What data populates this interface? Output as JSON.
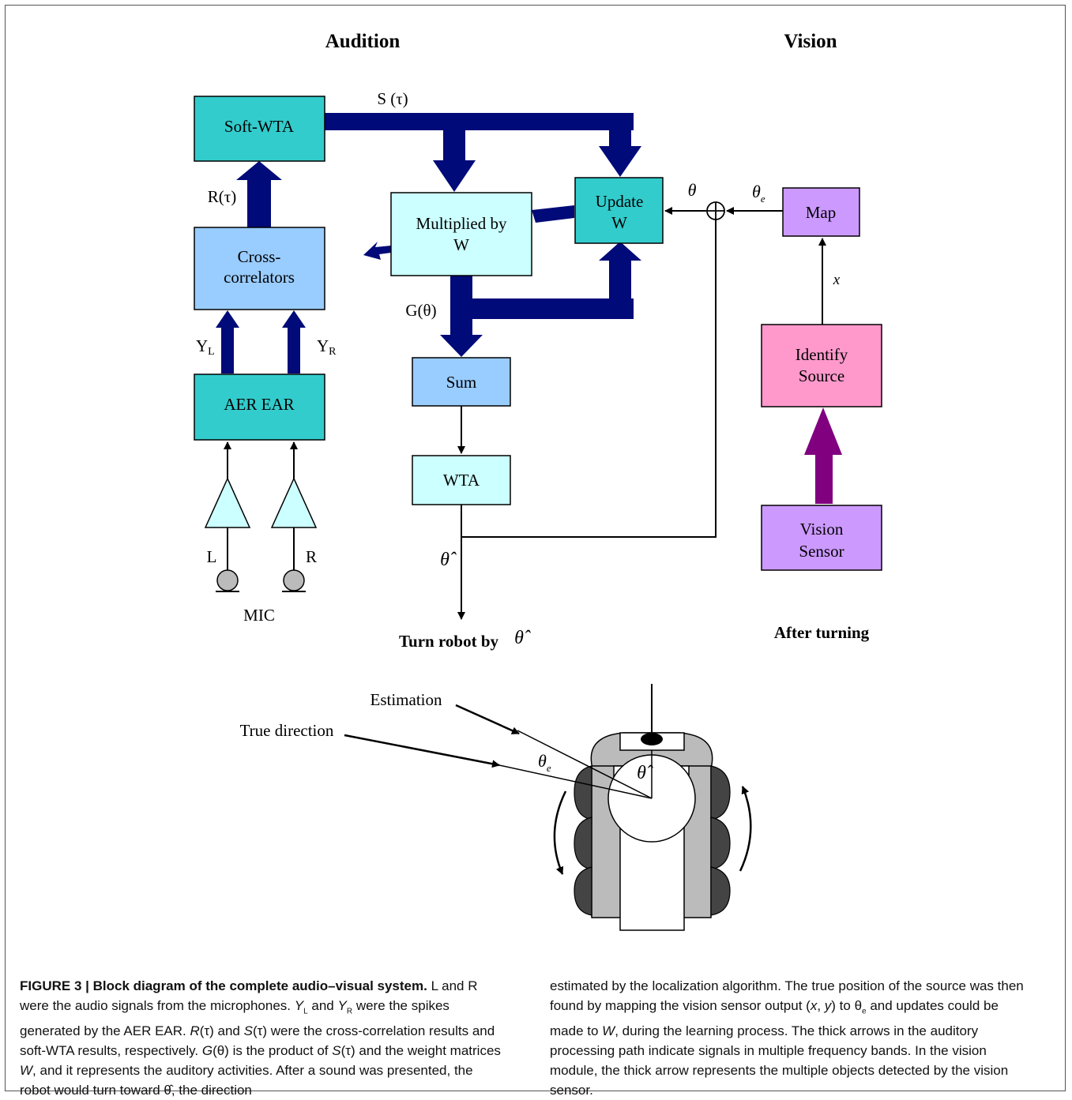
{
  "headings": {
    "audition": "Audition",
    "vision": "Vision"
  },
  "blocks": {
    "soft_wta": "Soft-WTA",
    "cross_1": "Cross-",
    "cross_2": "correlators",
    "aer_ear": "AER EAR",
    "mult_1": "Multiplied by",
    "mult_2": "W",
    "update_1": "Update",
    "update_2": "W",
    "sum": "Sum",
    "wta": "WTA",
    "map": "Map",
    "identify_1": "Identify",
    "identify_2": "Source",
    "vision_1": "Vision",
    "vision_2": "Sensor"
  },
  "signals": {
    "s_tau": "S (τ)",
    "r_tau": "R(τ)",
    "y": "Y",
    "sub_l": "L",
    "sub_r": "R",
    "g_theta": "G(θ)",
    "theta": "θ",
    "theta_e": "θ",
    "sub_e": "e",
    "x": "x",
    "theta_hat": "θ̂",
    "mic_l": "L",
    "mic_r": "R",
    "mic": "MIC"
  },
  "labels": {
    "turn_robot": "Turn robot by",
    "after_turning": "After turning",
    "estimation": "Estimation",
    "true_direction": "True direction"
  },
  "colors": {
    "thick_arrow": "#000a78",
    "vision_arrow": "#800080",
    "teal": "#33cccc",
    "light_blue": "#99ccff",
    "light_cyan": "#ccffff",
    "lavender": "#cc99ff",
    "pink": "#ff99cc"
  },
  "caption": {
    "title": "FIGURE 3 | Block diagram of the complete audio–visual system.",
    "left_1": "L and R were the audio signals from the microphones.",
    "yl": "Y",
    "and": "and",
    "yr": "Y",
    "left_2": "were the spikes generated by the AER EAR.",
    "rt": "R",
    "left_3": "(τ) and",
    "st": "S",
    "left_4": "(τ) were the cross-correlation results and soft-WTA results, respectively.",
    "gt": "G",
    "left_5": "(θ) is the product of",
    "st2": "S",
    "left_6": "(τ) and the weight matrices",
    "w1": "W",
    "left_7": ", and it represents the auditory activities. After a sound was presented, the robot would turn toward θ̂, the direction",
    "right_1": "estimated by the localization algorithm. The true position of the source was then found by mapping the vision sensor output (",
    "xv": "x",
    "comma": ",",
    "yv": "y",
    "right_2": ") to θ",
    "sub_e": "e",
    "right_3": "and updates could be made to",
    "w2": "W",
    "right_4": ", during the learning process. The thick arrows in the auditory processing path indicate signals in multiple frequency bands. In the vision module, the thick arrow represents the multiple objects detected by the vision sensor."
  }
}
